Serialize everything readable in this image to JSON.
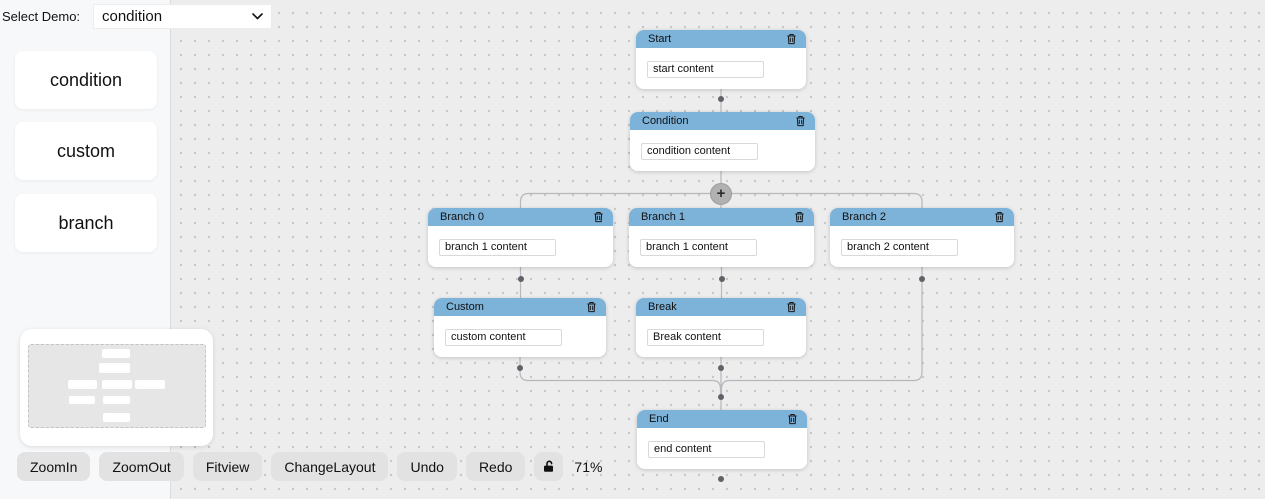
{
  "demo_bar": {
    "label": "Select Demo:",
    "selected": "condition"
  },
  "sidebar": {
    "items": [
      "condition",
      "custom",
      "branch"
    ]
  },
  "nodes": [
    {
      "title": "Start",
      "content": "start content"
    },
    {
      "title": "Condition",
      "content": "condition content"
    },
    {
      "title": "Branch 0",
      "content": "branch 1 content"
    },
    {
      "title": "Branch 1",
      "content": "branch 1 content"
    },
    {
      "title": "Branch 2",
      "content": "branch 2 content"
    },
    {
      "title": "Custom",
      "content": "custom content"
    },
    {
      "title": "Break",
      "content": "Break content"
    },
    {
      "title": "End",
      "content": "end content"
    }
  ],
  "canvas": {
    "add_branch_label": "+"
  },
  "toolbar": {
    "zoom_in": "ZoomIn",
    "zoom_out": "ZoomOut",
    "fitview": "Fitview",
    "change_layout": "ChangeLayout",
    "undo": "Undo",
    "redo": "Redo",
    "zoom_level": "71%",
    "lock_icon": "unlocked-padlock"
  },
  "icons": {
    "trash": "trash-icon",
    "chevron": "chevron-down-icon",
    "plus": "plus-icon"
  },
  "colors": {
    "node_header": "#7db2d9",
    "edge": "#b7b7bd",
    "canvas_bg": "#ededed",
    "panel_bg": "#f7f8fa",
    "button_bg": "#e2e2e2"
  }
}
